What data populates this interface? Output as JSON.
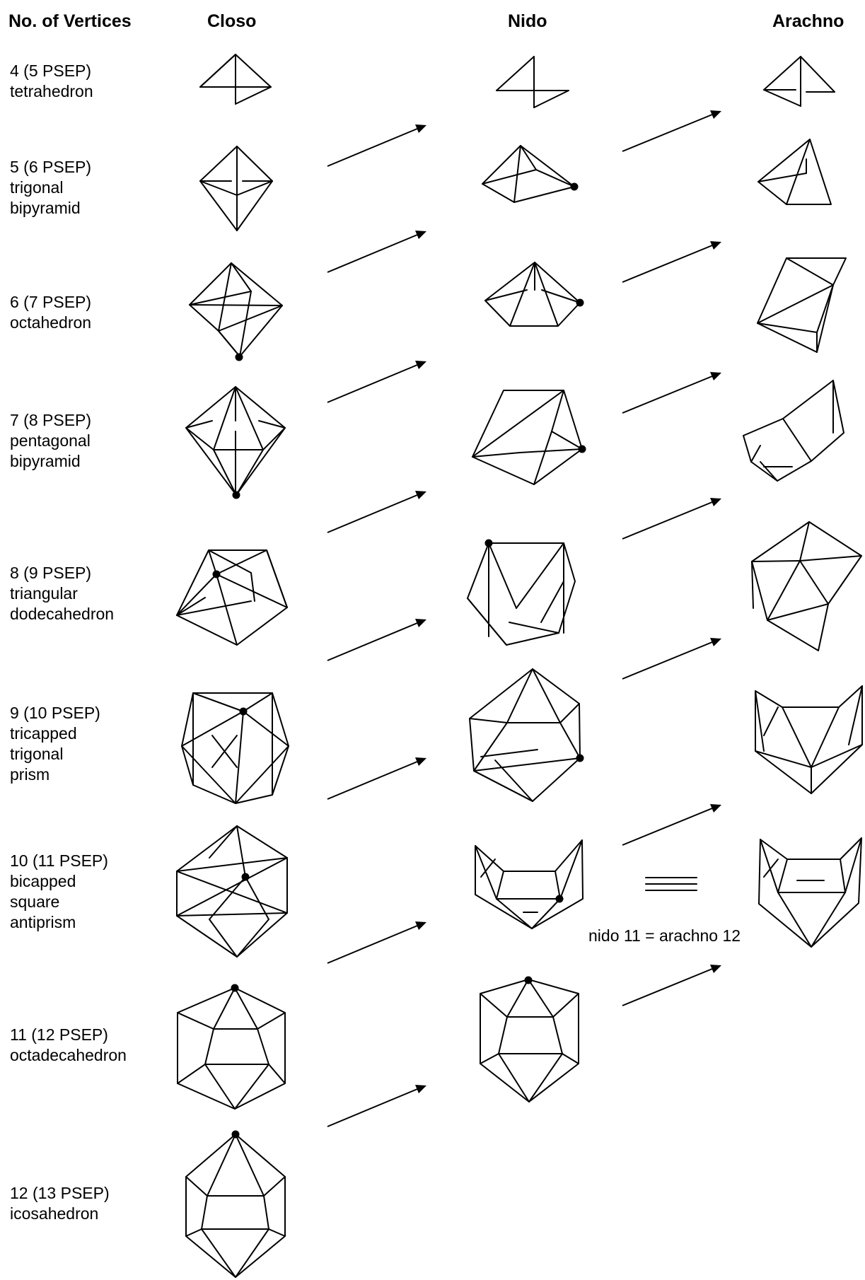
{
  "headers": {
    "vertices": "No. of Vertices",
    "closo": "Closo",
    "nido": "Nido",
    "arachno": "Arachno"
  },
  "rows": [
    {
      "lines": [
        "4 (5 PSEP)",
        "tetrahedron"
      ]
    },
    {
      "lines": [
        "5 (6 PSEP)",
        "trigonal",
        "bipyramid"
      ]
    },
    {
      "lines": [
        "6 (7 PSEP)",
        "octahedron"
      ]
    },
    {
      "lines": [
        "7 (8 PSEP)",
        "pentagonal",
        "bipyramid"
      ]
    },
    {
      "lines": [
        "8 (9 PSEP)",
        "triangular",
        "dodecahedron"
      ]
    },
    {
      "lines": [
        "9 (10 PSEP)",
        "tricapped",
        "trigonal",
        "prism"
      ]
    },
    {
      "lines": [
        "10 (11 PSEP)",
        "bicapped",
        "square",
        "antiprism"
      ]
    },
    {
      "lines": [
        "11 (12 PSEP)",
        "octadecahedron"
      ]
    },
    {
      "lines": [
        "12 (13 PSEP)",
        "icosahedron"
      ]
    }
  ],
  "equivalence": {
    "symbol": "≡",
    "note": "nido 11 = arachno 12"
  }
}
